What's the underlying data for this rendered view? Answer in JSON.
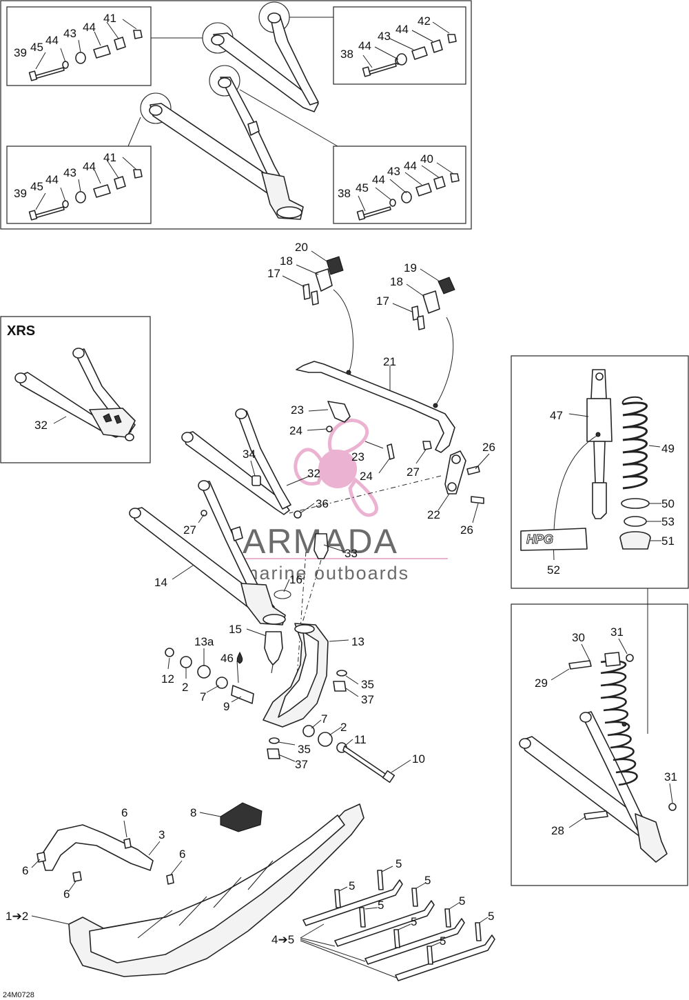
{
  "diagram_code": "24M0728",
  "inset_title": "XRS",
  "watermark": {
    "title": "ARMADA",
    "subtitle": "marine outboards",
    "accent_color": "#e8a6c9"
  },
  "callouts": {
    "c41a": "41",
    "c45a": "45",
    "c44a": "44",
    "c43a": "43",
    "c44b": "44",
    "c39a": "39",
    "c42": "42",
    "c43b": "43",
    "c44c": "44",
    "c44d": "44",
    "c38a": "38",
    "c41b": "41",
    "c45b": "45",
    "c44e": "44",
    "c43c": "43",
    "c44f": "44",
    "c39b": "39",
    "c40": "40",
    "c43d": "43",
    "c44g": "44",
    "c44h": "44",
    "c45c": "45",
    "c38b": "38",
    "c20": "20",
    "c18a": "18",
    "c17a": "17",
    "c19": "19",
    "c18b": "18",
    "c17b": "17",
    "c21": "21",
    "c23a": "23",
    "c24a": "24",
    "c23b": "23",
    "c24b": "24",
    "c26a": "26",
    "c27a": "27",
    "c22": "22",
    "c26b": "26",
    "c32a": "32",
    "c34": "34",
    "c32b": "32",
    "c36": "36",
    "c27b": "27",
    "c33": "33",
    "c14": "14",
    "c16": "16",
    "c15": "15",
    "c13": "13",
    "c13a": "13a",
    "c46": "46",
    "c12": "12",
    "c2a": "2",
    "c7a": "7",
    "c9": "9",
    "c35a": "35",
    "c37a": "37",
    "c7b": "7",
    "c2b": "2",
    "c11": "11",
    "c35b": "35",
    "c37b": "37",
    "c10": "10",
    "c47": "47",
    "c49": "49",
    "c50": "50",
    "c53": "53",
    "c51": "51",
    "c52": "52",
    "c30": "30",
    "c31a": "31",
    "c29": "29",
    "c31b": "31",
    "c28": "28",
    "c8": "8",
    "c6a": "6",
    "c3": "3",
    "c6b": "6",
    "c6c": "6",
    "c6d": "6",
    "c1": "1➔2",
    "c4": "4➔5",
    "c5a": "5",
    "c5b": "5",
    "c5c": "5",
    "c5d": "5",
    "c5e": "5",
    "c5f": "5",
    "c5g": "5",
    "c5h": "5"
  }
}
